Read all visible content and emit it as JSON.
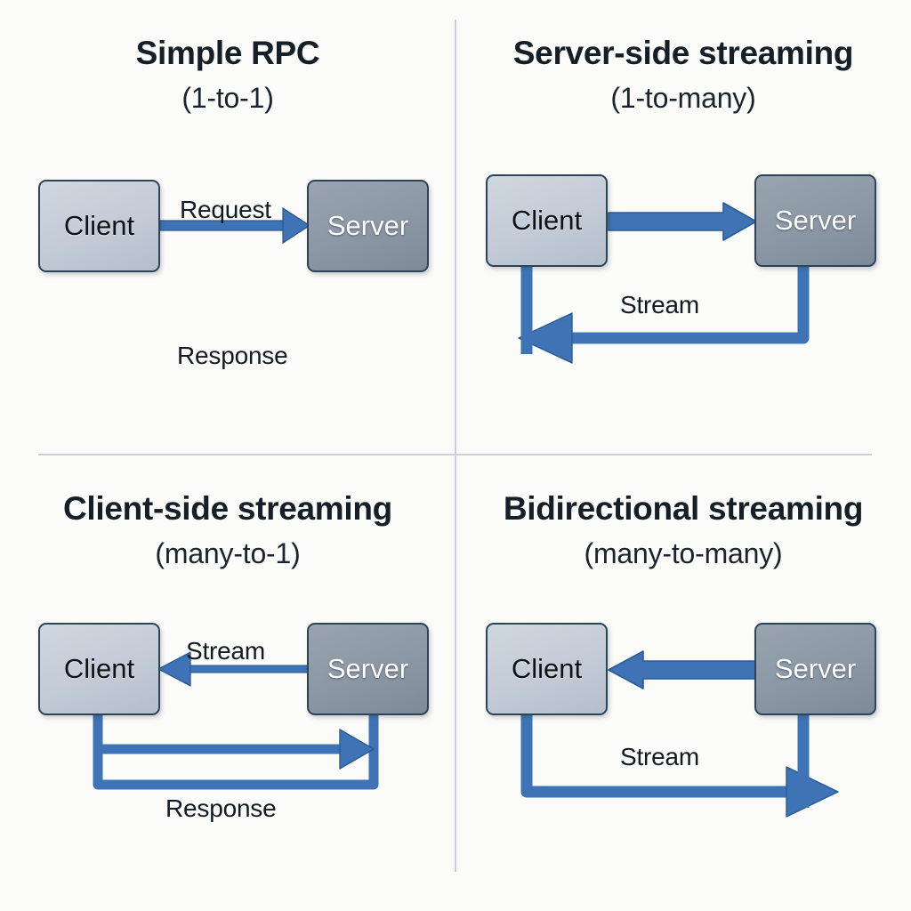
{
  "figure": {
    "background_color": "#fbfbf9",
    "divider_color": "#ccd1d9",
    "arrow_color": "#3e74b5",
    "arrow_outline_color": "#2f5e9c",
    "client_fill": "#c5ced9",
    "server_fill": "#8b97a4",
    "node_border_color": "#2d4458",
    "title_color": "#151f28"
  },
  "panels": [
    {
      "id": "simple-rpc",
      "title": "Simple RPC",
      "subtitle": "(1-to-1)",
      "nodes": {
        "client": "Client",
        "server": "Server"
      },
      "edges": [
        {
          "label": "Request",
          "direction": "client-to-server",
          "style": "straight-arrow"
        },
        {
          "label": "Response",
          "direction": "server-to-client",
          "style": "implied-label"
        }
      ]
    },
    {
      "id": "server-side-streaming",
      "title": "Server-side streaming",
      "subtitle": "(1-to-many)",
      "nodes": {
        "client": "Client",
        "server": "Server"
      },
      "edges": [
        {
          "label": "",
          "direction": "client-to-server",
          "style": "block-arrow"
        },
        {
          "label": "Stream",
          "direction": "server-to-client",
          "style": "outlined-loop-arrow"
        }
      ]
    },
    {
      "id": "client-side-streaming",
      "title": "Client-side streaming",
      "subtitle": "(many-to-1)",
      "nodes": {
        "client": "Client",
        "server": "Server"
      },
      "edges": [
        {
          "label": "Stream",
          "direction": "server-to-client",
          "style": "thin-arrow"
        },
        {
          "label": "Response",
          "direction": "client-to-server",
          "style": "outlined-loop-arrow"
        }
      ]
    },
    {
      "id": "bidirectional-streaming",
      "title": "Bidirectional streaming",
      "subtitle": "(many-to-many)",
      "nodes": {
        "client": "Client",
        "server": "Server"
      },
      "edges": [
        {
          "label": "",
          "direction": "server-to-client",
          "style": "block-arrow"
        },
        {
          "label": "Stream",
          "direction": "client-to-server",
          "style": "filled-loop-arrow"
        }
      ]
    }
  ]
}
